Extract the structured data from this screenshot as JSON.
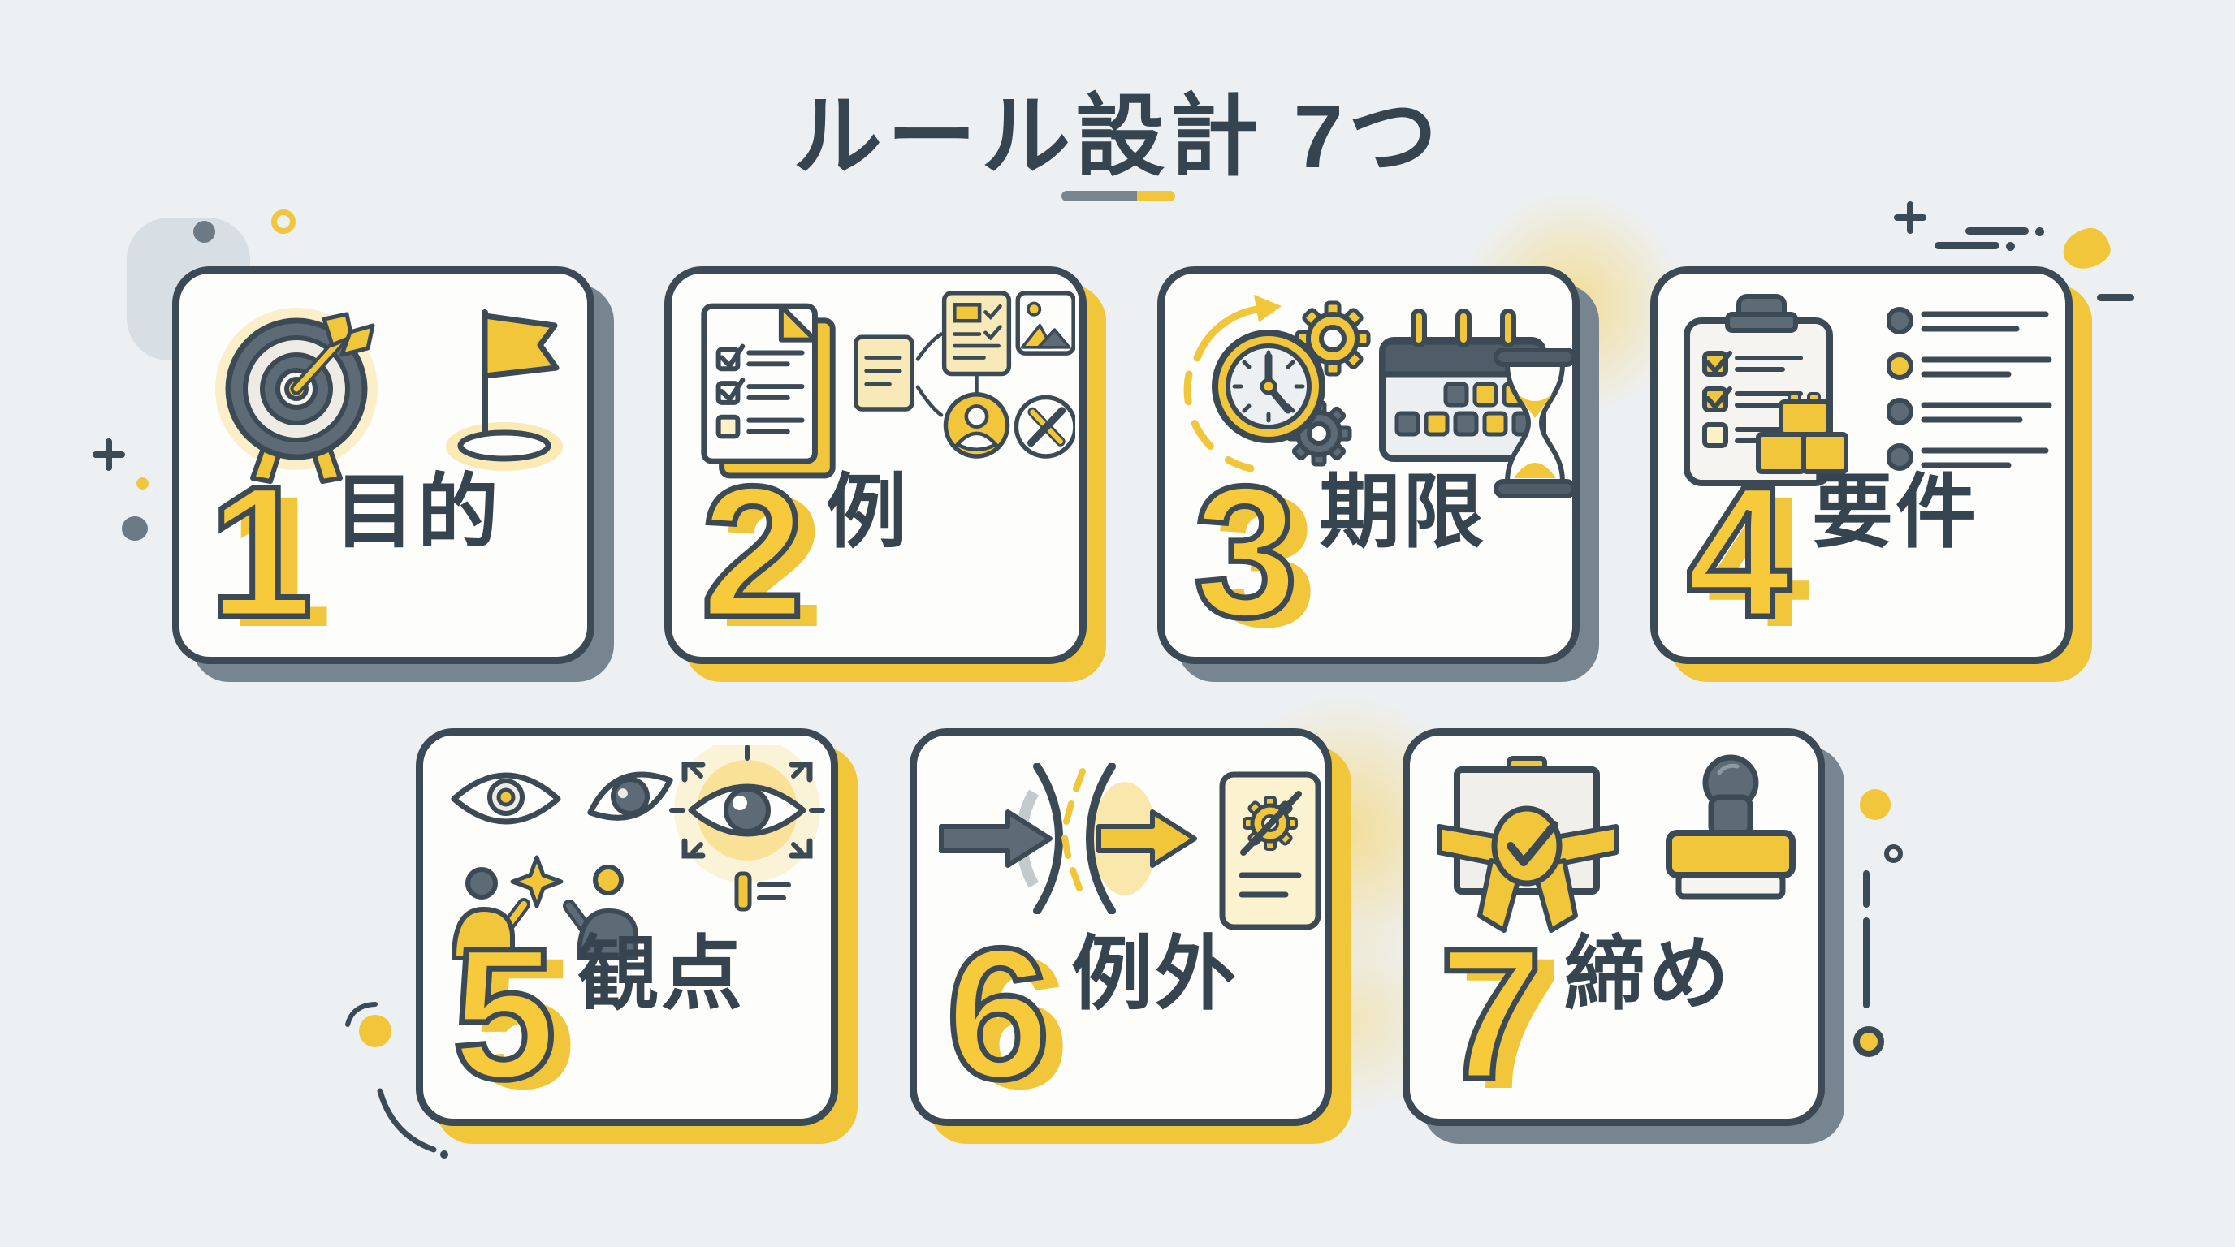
{
  "title": {
    "text": "ルール設計 7つ"
  },
  "colors": {
    "background": "#EDF0F3",
    "card_fill": "#FDFDFB",
    "outline_dark": "#3B4A55",
    "accent_yellow": "#F2C63A",
    "slate_gray": "#5C6B75",
    "shadow_gray": "#76858F",
    "text_dark": "#35444E"
  },
  "cards": [
    {
      "number": "1",
      "label": "目的",
      "icons": [
        "target-arrow-icon",
        "goal-flag-icon"
      ]
    },
    {
      "number": "2",
      "label": "例",
      "icons": [
        "checklist-document-icon",
        "example-flow-icon",
        "image-icon",
        "person-icon",
        "design-tools-icon"
      ]
    },
    {
      "number": "3",
      "label": "期限",
      "icons": [
        "clock-gears-icon",
        "calendar-icon",
        "hourglass-icon"
      ]
    },
    {
      "number": "4",
      "label": "要件",
      "icons": [
        "clipboard-checklist-icon",
        "building-blocks-icon",
        "bullet-list-icon"
      ]
    },
    {
      "number": "5",
      "label": "観点",
      "icons": [
        "eye-icon",
        "tilted-eye-icon",
        "people-star-icon",
        "focus-eye-icon"
      ]
    },
    {
      "number": "6",
      "label": "例外",
      "icons": [
        "blocked-arrow-icon",
        "pass-through-arrow-icon",
        "no-gear-document-icon"
      ]
    },
    {
      "number": "7",
      "label": "締め",
      "icons": [
        "certificate-ribbon-icon",
        "stamp-icon"
      ]
    }
  ]
}
